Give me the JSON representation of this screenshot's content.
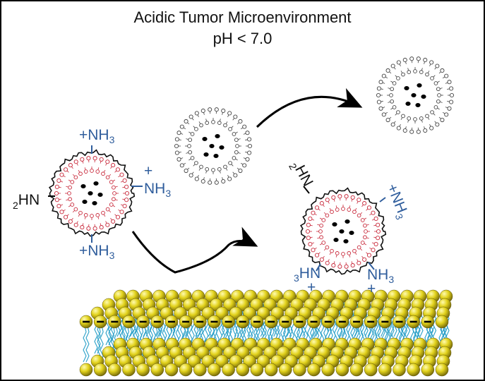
{
  "title": {
    "line1": "Acidic Tumor Microenvironment",
    "line2": "pH < 7.0"
  },
  "labels": {
    "nh3_plus": "+NH",
    "nh3_sub": "3",
    "nh2_main": "HN",
    "nh2_sub": "2",
    "nh3_main": "NH",
    "h3n_main": "HN",
    "h3n_sub": "3",
    "plus": "+"
  },
  "colors": {
    "amine_label": "#2f5d9c",
    "inner_lipid": "#c8283a",
    "outer_lipid": "#444444",
    "membrane_head": "#d4c21a",
    "membrane_tail": "#2aa0c8",
    "charge": "#000000"
  }
}
